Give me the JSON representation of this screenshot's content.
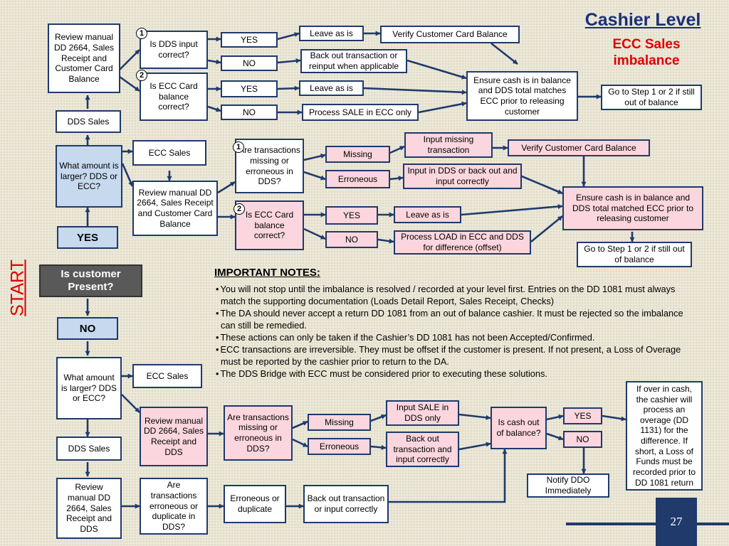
{
  "title": "Cashier Level",
  "subtitle": "ECC Sales imbalance",
  "start_label": "START",
  "question": "Is customer Present?",
  "yes": "YES",
  "no": "NO",
  "slide_number": "27",
  "top": {
    "review": "Review manual DD 2664, Sales Receipt and Customer Card Balance",
    "dds_sales": "DDS Sales",
    "step1_badge": "1",
    "step1_question": "Is DDS input correct?",
    "step1_yes": "YES",
    "step1_no": "NO",
    "step1_yes_action": "Leave as is",
    "step1_yes_next": "Verify Customer Card Balance",
    "step1_no_action": "Back out transaction or reinput when applicable",
    "step2_badge": "2",
    "step2_question": "Is ECC Card balance correct?",
    "step2_yes": "YES",
    "step2_no": "NO",
    "step2_yes_action": "Leave as is",
    "step2_no_action": "Process SALE in ECC only",
    "ensure": "Ensure cash is in balance and DDS total matches ECC prior to releasing customer",
    "goto": "Go to Step 1 or 2 if still out of balance"
  },
  "middle": {
    "which_larger": "What amount is larger? DDS or ECC?",
    "ecc_sales": "ECC Sales",
    "review": "Review manual DD 2664, Sales Receipt and Customer Card Balance",
    "step1_badge": "1",
    "step1_question": "Are transactions missing or erroneous in DDS?",
    "missing": "Missing",
    "erroneous": "Erroneous",
    "input_missing": "Input missing transaction",
    "verify": "Verify Customer Card Balance",
    "input_dds": "Input in DDS or back out and input correctly",
    "step2_badge": "2",
    "step2_question": "Is ECC Card balance correct?",
    "step2_yes": "YES",
    "step2_no": "NO",
    "leave": "Leave as is",
    "process_load": "Process LOAD in ECC and DDS for difference (offset)",
    "ensure": "Ensure cash is in balance and DDS total matched ECC prior to releasing customer",
    "goto": "Go to Step 1 or 2 if still out of balance"
  },
  "notes": {
    "title": "IMPORTANT NOTES:",
    "items": [
      "You will not stop until the imbalance is resolved / recorded at your level first.  Entries on the DD 1081 must always match the supporting documentation (Loads Detail Report, Sales Receipt, Checks)",
      "The DA should never accept a return DD 1081 from an out of balance cashier. It must be rejected so the imbalance can still be remedied.",
      "These actions can only be taken if the Cashier’s DD 1081 has not been Accepted/Confirmed.",
      "ECC transactions are irreversible.  They must be offset if the customer is present.  If not present, a Loss of Overage must be reported by the cashier prior to return to the DA.",
      "The DDS Bridge with ECC must be considered prior to executing these solutions."
    ]
  },
  "bottom": {
    "which_larger": "What amount is larger? DDS or ECC?",
    "ecc_sales": "ECC Sales",
    "review_dds": "Review manual DD 2664, Sales Receipt  and DDS",
    "question": "Are transactions missing or erroneous in DDS?",
    "missing": "Missing",
    "erroneous": "Erroneous",
    "input_sale": "Input SALE in DDS only",
    "back_out": "Back out transaction and input correctly",
    "cash_question": "Is cash out of balance?",
    "yes": "YES",
    "no": "NO",
    "over_short": "If over in cash, the cashier will process an overage (DD 1131) for the difference. If short, a Loss of Funds must be recorded prior to DD 1081 return",
    "notify": "Notify DDO Immediately",
    "dds_sales": "DDS Sales",
    "review_receipt": "Review manual DD 2664, Sales Receipt and DDS",
    "dup_question": "Are transactions erroneous or duplicate in DDS?",
    "err_dup": "Erroneous or duplicate",
    "back_out2": "Back out transaction or input correctly"
  }
}
